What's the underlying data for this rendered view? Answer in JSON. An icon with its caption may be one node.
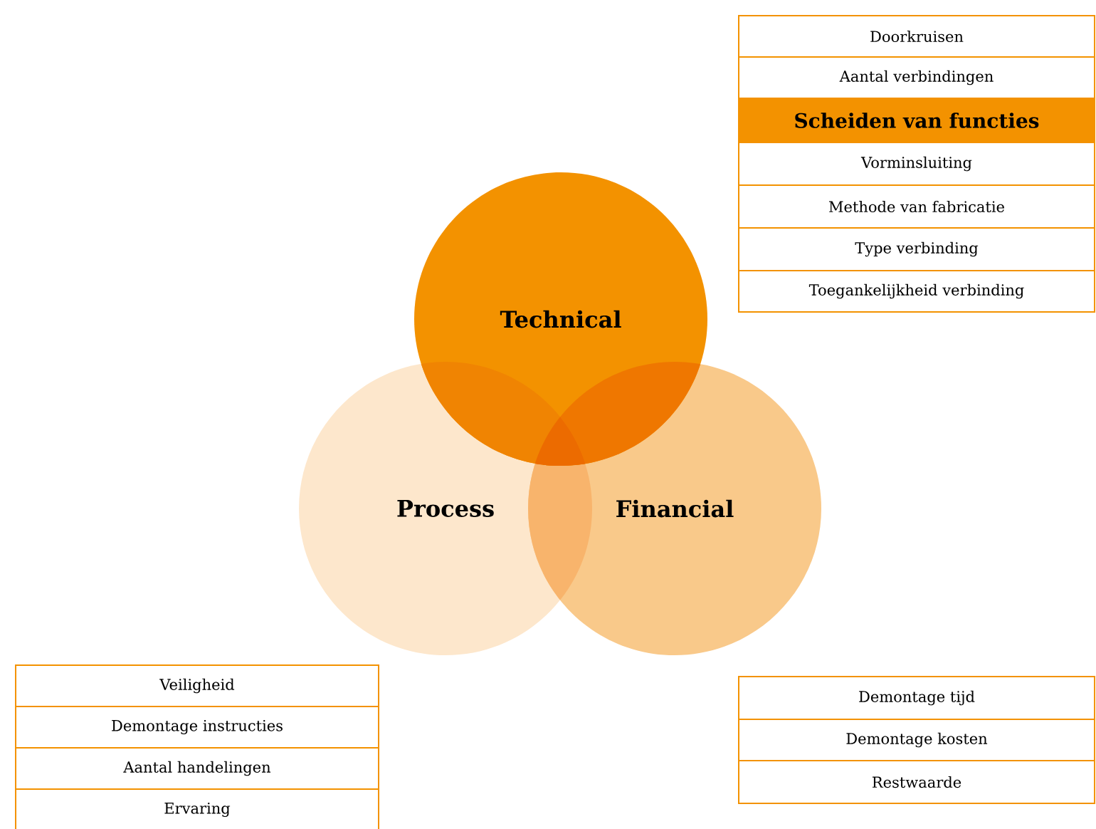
{
  "diagram": {
    "nodes": [
      {
        "text": [
          "Doorkruisen"
        ]
      },
      {
        "text": [
          "Aantal verbindingen"
        ]
      },
      {
        "text": [
          "Scheiden van functies"
        ]
      },
      {
        "text": [
          "Vorminsluiting"
        ]
      },
      {
        "text": [
          "Methode van fabricatie"
        ]
      },
      {
        "text": [
          "Type verbinding"
        ]
      },
      {
        "text": [
          "Toegankelijkheid verbinding"
        ]
      },
      {
        "text": [
          "Technical"
        ]
      },
      {
        "text": [
          "Process"
        ]
      },
      {
        "text": [
          "Financial"
        ]
      },
      {
        "text": [
          "Veiligheid"
        ]
      },
      {
        "text": [
          "Demontage instructies"
        ]
      },
      {
        "text": [
          "Aantal handelingen"
        ]
      },
      {
        "text": [
          "Ervaring"
        ]
      },
      {
        "text": [
          "Demontage tijd"
        ]
      },
      {
        "text": [
          "Demontage kosten"
        ]
      },
      {
        "text": [
          "Restwaarde"
        ]
      }
    ]
  }
}
